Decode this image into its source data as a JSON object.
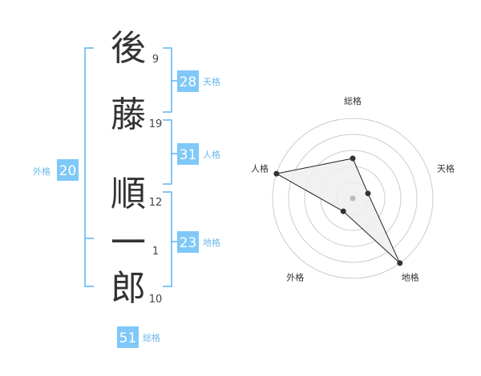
{
  "colors": {
    "accent": "#5ab4f0",
    "accent_fill": "#7fc8f8",
    "accent_text": "#6bb8e8",
    "name_text": "#333333",
    "stroke_text": "#444444",
    "grid": "#cccccc",
    "polygon_fill": "#eeeeee",
    "polygon_stroke": "#222222",
    "dot": "#333333",
    "center_dot": "#bbbbbb",
    "radar_label": "#333333"
  },
  "name": {
    "characters": [
      {
        "char": "後",
        "strokes": "9"
      },
      {
        "char": "藤",
        "strokes": "19"
      },
      {
        "char": "順",
        "strokes": "12"
      },
      {
        "char": "一",
        "strokes": "1"
      },
      {
        "char": "郎",
        "strokes": "10"
      }
    ]
  },
  "fortunes": {
    "tenkaku": {
      "value": "28",
      "label": "天格"
    },
    "jinkaku": {
      "value": "31",
      "label": "人格"
    },
    "chikaku": {
      "value": "23",
      "label": "地格"
    },
    "gaikaku": {
      "value": "20",
      "label": "外格"
    },
    "soukaku": {
      "value": "51",
      "label": "総格"
    }
  },
  "chart_data": {
    "type": "radar",
    "axes": [
      "総格",
      "天格",
      "地格",
      "外格",
      "人格"
    ],
    "values": [
      2.5,
      1,
      5,
      1,
      5
    ],
    "max": 5,
    "rings": 5
  }
}
